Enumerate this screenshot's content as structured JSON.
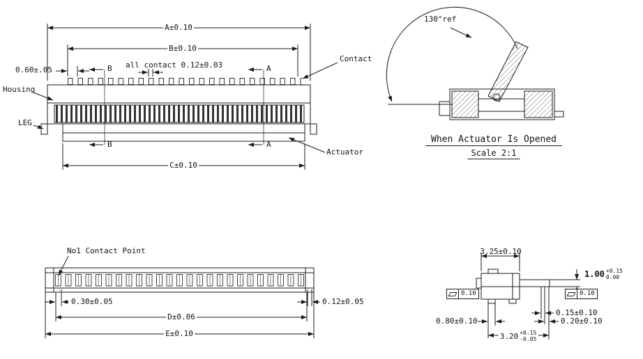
{
  "colors": {
    "ink": "#1a1a1a",
    "background": "#ffffff"
  },
  "drawing": {
    "front_view": {
      "dim_a": "A±0.10",
      "dim_b": "B±0.10",
      "dim_pitch_edge": "0.60±.05",
      "dim_contact": "all contact 0.12±0.03",
      "dim_c": "C±0.10",
      "label_contact": "Contact",
      "label_housing": "Housing",
      "label_leg": "LEG",
      "label_actuator": "Actuator",
      "section_b": "B",
      "section_a": "A"
    },
    "open_view": {
      "angle": "130°ref",
      "caption": "When Actuator Is Opened",
      "scale": "Scale 2:1"
    },
    "bottom_view": {
      "label_no1": "No1 Contact Point",
      "dim_030": "0.30±0.05",
      "dim_012": "0.12±0.05",
      "dim_d": "D±0.06",
      "dim_e": "E±0.10"
    },
    "side_view": {
      "dim_325": "3.25±0.10",
      "dim_100_main": "1.00",
      "dim_100_up": "+0.15",
      "dim_100_dn": "0.00",
      "flatness_left": "0.10",
      "flatness_right": "0.10",
      "dim_015": "0.15±0.10",
      "dim_020": "0.20±0.10",
      "dim_080": "0.80±0.10",
      "dim_320_main": "3.20",
      "dim_320_up": "+0.15",
      "dim_320_dn": "-0.05"
    }
  }
}
